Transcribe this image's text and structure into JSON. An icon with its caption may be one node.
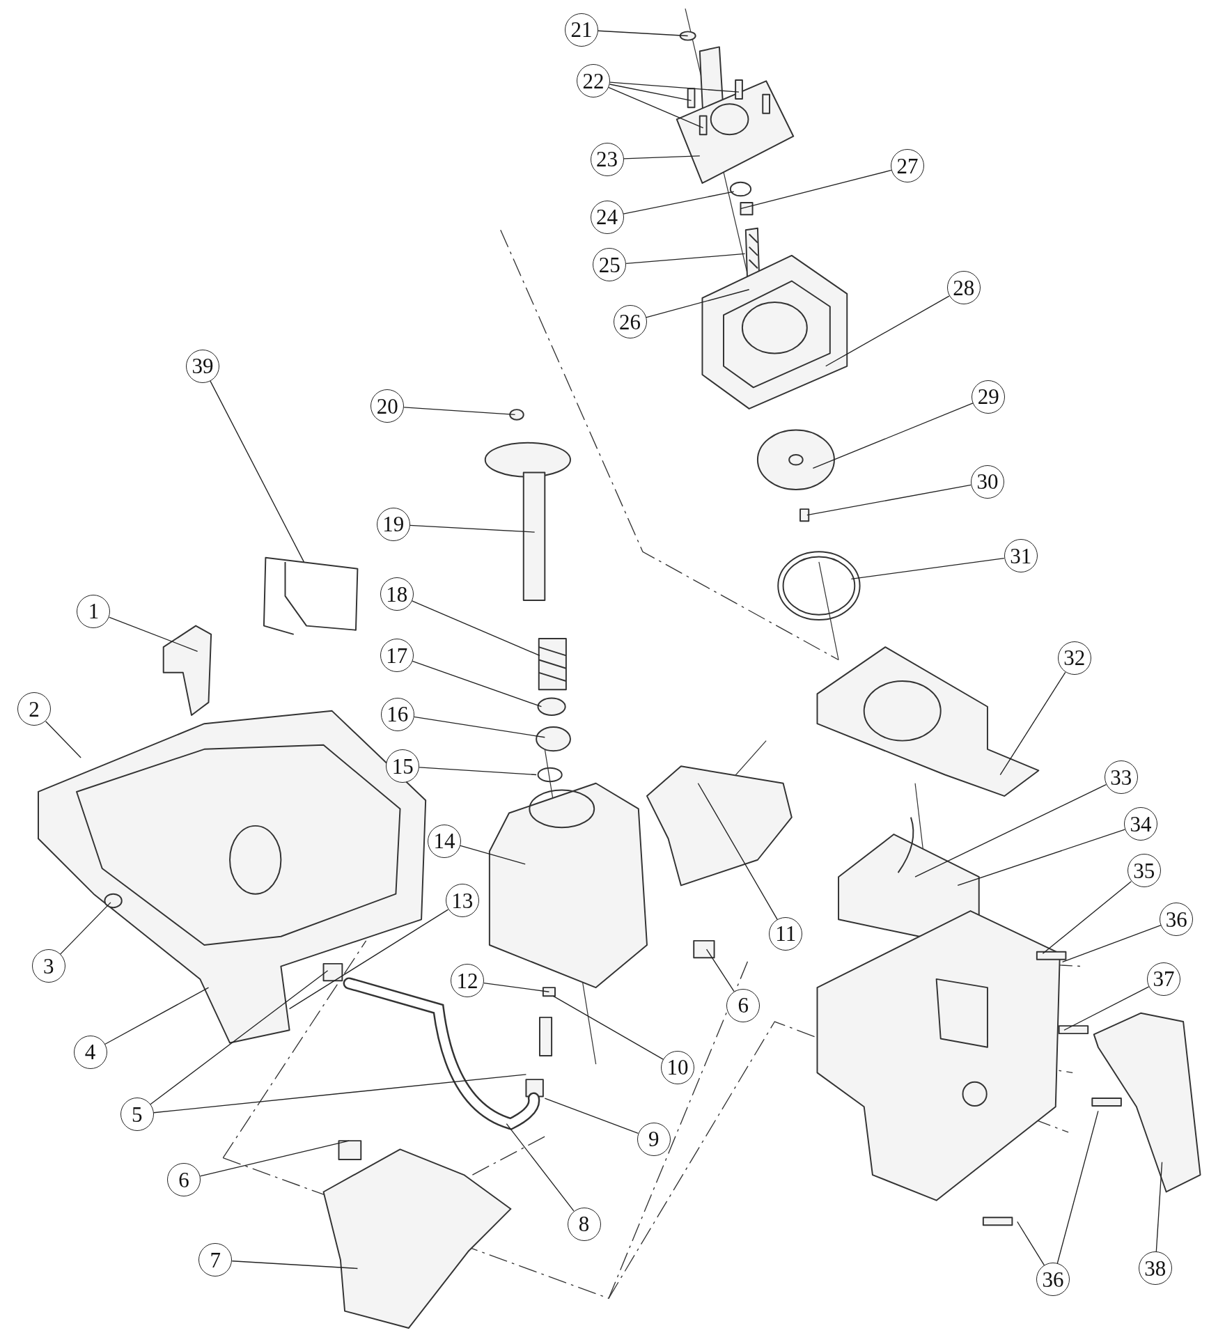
{
  "diagram": {
    "nodes": [
      {
        "text": [
          "21"
        ]
      },
      {
        "text": [
          "22"
        ]
      },
      {
        "text": [
          "23"
        ]
      },
      {
        "text": [
          "27"
        ]
      },
      {
        "text": [
          "24"
        ]
      },
      {
        "text": [
          "25"
        ]
      },
      {
        "text": [
          "28"
        ]
      },
      {
        "text": [
          "26"
        ]
      },
      {
        "text": [
          "39"
        ]
      },
      {
        "text": [
          "29"
        ]
      },
      {
        "text": [
          "20"
        ]
      },
      {
        "text": [
          "30"
        ]
      },
      {
        "text": [
          "19"
        ]
      },
      {
        "text": [
          "31"
        ]
      },
      {
        "text": [
          "18"
        ]
      },
      {
        "text": [
          "1"
        ]
      },
      {
        "text": [
          "17"
        ]
      },
      {
        "text": [
          "32"
        ]
      },
      {
        "text": [
          "2"
        ]
      },
      {
        "text": [
          "16"
        ]
      },
      {
        "text": [
          "15"
        ]
      },
      {
        "text": [
          "33"
        ]
      },
      {
        "text": [
          "34"
        ]
      },
      {
        "text": [
          "14"
        ]
      },
      {
        "text": [
          "35"
        ]
      },
      {
        "text": [
          "13"
        ]
      },
      {
        "text": [
          "36"
        ]
      },
      {
        "text": [
          "11"
        ]
      },
      {
        "text": [
          "3"
        ]
      },
      {
        "text": [
          "37"
        ]
      },
      {
        "text": [
          "12"
        ]
      },
      {
        "text": [
          "6"
        ]
      },
      {
        "text": [
          "4"
        ]
      },
      {
        "text": [
          "10"
        ]
      },
      {
        "text": [
          "5"
        ]
      },
      {
        "text": [
          "9"
        ]
      },
      {
        "text": [
          "6"
        ]
      },
      {
        "text": [
          "8"
        ]
      },
      {
        "text": [
          "7"
        ]
      },
      {
        "text": [
          "38"
        ]
      },
      {
        "text": [
          "36"
        ]
      }
    ],
    "edges": [
      {
        "from": 0,
        "to": null,
        "arrow": "none"
      },
      {
        "from": 1,
        "to": null,
        "arrow": "none"
      },
      {
        "from": 1,
        "to": null,
        "arrow": "none"
      },
      {
        "from": 1,
        "to": null,
        "arrow": "none"
      },
      {
        "from": 2,
        "to": null,
        "arrow": "none"
      },
      {
        "from": 3,
        "to": null,
        "arrow": "none"
      },
      {
        "from": 4,
        "to": null,
        "arrow": "none"
      },
      {
        "from": 5,
        "to": null,
        "arrow": "none"
      },
      {
        "from": 6,
        "to": null,
        "arrow": "none"
      },
      {
        "from": 7,
        "to": null,
        "arrow": "none"
      },
      {
        "from": 8,
        "to": null,
        "arrow": "none"
      },
      {
        "from": 9,
        "to": null,
        "arrow": "none"
      },
      {
        "from": 10,
        "to": null,
        "arrow": "none"
      },
      {
        "from": 11,
        "to": null,
        "arrow": "none"
      },
      {
        "from": 12,
        "to": null,
        "arrow": "none"
      },
      {
        "from": 13,
        "to": null,
        "arrow": "none"
      },
      {
        "from": 14,
        "to": null,
        "arrow": "none"
      },
      {
        "from": 15,
        "to": null,
        "arrow": "none"
      },
      {
        "from": 16,
        "to": null,
        "arrow": "none"
      },
      {
        "from": 17,
        "to": null,
        "arrow": "none"
      },
      {
        "from": 18,
        "to": null,
        "arrow": "none"
      },
      {
        "from": 19,
        "to": null,
        "arrow": "none"
      },
      {
        "from": 20,
        "to": null,
        "arrow": "none"
      },
      {
        "from": 21,
        "to": null,
        "arrow": "none"
      },
      {
        "from": 22,
        "to": null,
        "arrow": "none"
      },
      {
        "from": 23,
        "to": null,
        "arrow": "none"
      },
      {
        "from": 24,
        "to": null,
        "arrow": "none"
      },
      {
        "from": 25,
        "to": null,
        "arrow": "none"
      },
      {
        "from": 26,
        "to": null,
        "arrow": "none"
      },
      {
        "from": 27,
        "to": null,
        "arrow": "none"
      },
      {
        "from": 28,
        "to": null,
        "arrow": "none"
      },
      {
        "from": 29,
        "to": null,
        "arrow": "none"
      },
      {
        "from": 30,
        "to": null,
        "arrow": "none"
      },
      {
        "from": 31,
        "to": null,
        "arrow": "none"
      },
      {
        "from": 32,
        "to": null,
        "arrow": "none"
      },
      {
        "from": 33,
        "to": null,
        "arrow": "none"
      },
      {
        "from": 34,
        "to": null,
        "arrow": "none"
      },
      {
        "from": 34,
        "to": null,
        "arrow": "none"
      },
      {
        "from": 35,
        "to": null,
        "arrow": "none"
      },
      {
        "from": 36,
        "to": null,
        "arrow": "none"
      },
      {
        "from": 37,
        "to": null,
        "arrow": "none"
      },
      {
        "from": 38,
        "to": null,
        "arrow": "none"
      },
      {
        "from": 39,
        "to": null,
        "arrow": "none"
      },
      {
        "from": 40,
        "to": null,
        "arrow": "none"
      },
      {
        "from": 40,
        "to": null,
        "arrow": "none"
      }
    ]
  }
}
